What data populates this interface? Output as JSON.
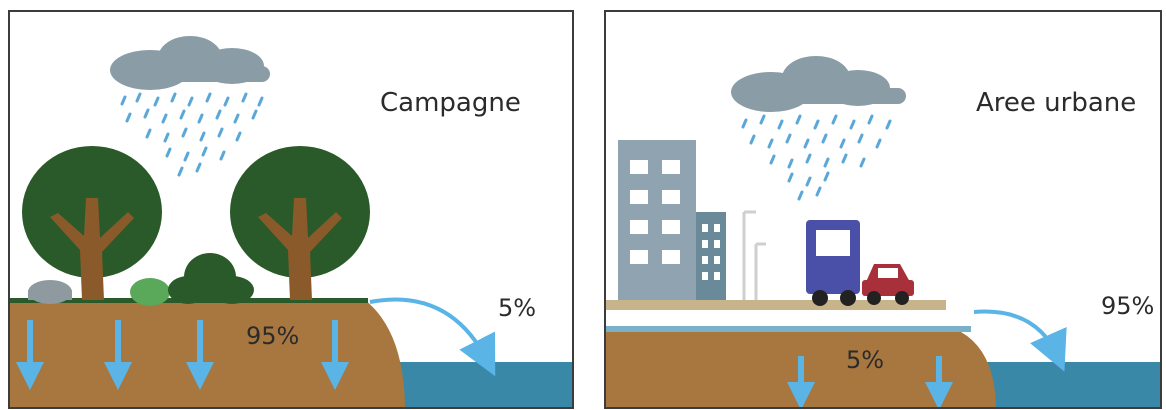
{
  "panels": {
    "countryside": {
      "title": "Campagne",
      "runoff_label": "5%",
      "infiltration_label": "95%"
    },
    "urban": {
      "title": "Aree urbane",
      "runoff_label": "95%",
      "infiltration_label": "5%"
    }
  },
  "colors": {
    "soil": "#a8773f",
    "water": "#3a88a8",
    "cloud": "#8a9ca6",
    "rain": "#5aa7d8",
    "arrow": "#5ab4e6",
    "tree_foliage": "#2a5a2a",
    "tree_trunk": "#8b5a2b",
    "building": "#8fa3b0",
    "truck": "#4a4fa8",
    "car": "#a8303a"
  }
}
